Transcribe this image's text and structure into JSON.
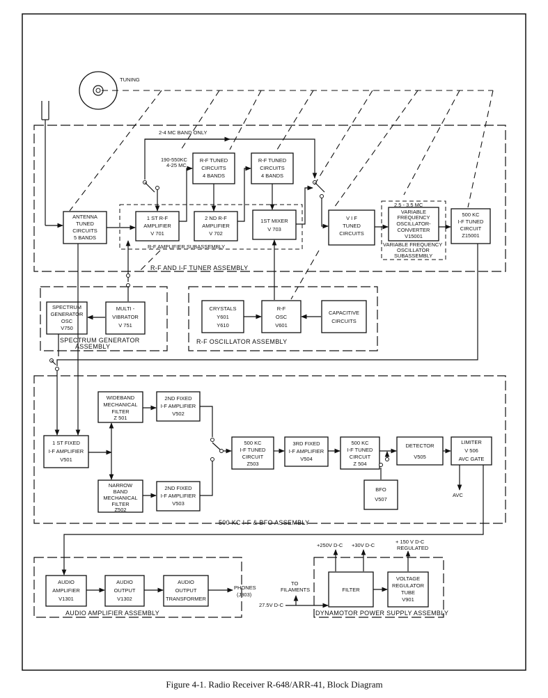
{
  "caption": "Figure 4-1. Radio Receiver R-648/ARR-41, Block Diagram",
  "tuning_label": "TUNING",
  "assemblies": {
    "tuner": "R-F AND I-F TUNER ASSEMBLY",
    "rf_amp_sub": "R-F AMPLIFIER SUBASSEMBLY",
    "vfo_sub": [
      "VARIABLE FREQUENCY",
      "OSCILLATOR",
      "SUBASSEMBLY"
    ],
    "spectrum": [
      "SPECTRUM GENERATOR",
      "ASSEMBLY"
    ],
    "rf_osc": "R-F OSCILLATOR ASSEMBLY",
    "if_bfo": "500 KC I-F & BFO ASSEMBLY",
    "audio": "AUDIO AMPLIFIER ASSEMBLY",
    "power": "DYNAMOTOR POWER SUPPLY ASSEMBLY"
  },
  "blocks": {
    "antenna_tuned": [
      "ANTENNA",
      "TUNED",
      "CIRCUITS",
      "5 BANDS"
    ],
    "rf_amp1": [
      "1 ST R-F",
      "AMPLIFIER",
      "V 701"
    ],
    "rf_tuned_a": [
      "R-F TUNED",
      "CIRCUITS",
      "4 BANDS"
    ],
    "rf_amp2": [
      "2 ND R-F",
      "AMPLIFIER",
      "V 702"
    ],
    "rf_tuned_b": [
      "R-F TUNED",
      "CIRCUITS",
      "4 BANDS"
    ],
    "mixer1": [
      "1ST MIXER",
      "V 703"
    ],
    "vif_tuned": [
      "V I F",
      "TUNED",
      "CIRCUITS"
    ],
    "vfo": [
      "VARIABLE",
      "FREQUENCY",
      "OSCILLATOR-",
      "CONVERTER",
      "V15001"
    ],
    "if_tuned_500a": [
      "500 KC",
      "I-F TUNED",
      "CIRCUIT",
      "Z15001"
    ],
    "spectrum_gen": [
      "SPECTRUM",
      "GENERATOR",
      "OSC",
      "V750"
    ],
    "multivibrator": [
      "MULTI -",
      "VIBRATOR",
      "V 751"
    ],
    "crystals": [
      "CRYSTALS",
      "Y601",
      "Y610"
    ],
    "rf_osc": [
      "R-F",
      "OSC",
      "V601"
    ],
    "capacitive": [
      "CAPACITIVE",
      "CIRCUITS"
    ],
    "wideband": [
      "WIDEBAND",
      "MECHANICAL",
      "FILTER",
      "Z 501"
    ],
    "if_amp2a": [
      "2ND FIXED",
      "I-F AMPLIFIER",
      "V502"
    ],
    "if_amp1": [
      "1 ST FIXED",
      "I-F AMPLIFIER",
      "V501"
    ],
    "narrowband": [
      "NARROW",
      "BAND",
      "MECHANICAL",
      "FILTER",
      "Z502"
    ],
    "if_amp2b": [
      "2ND FIXED",
      "I-F AMPLIFIER",
      "V503"
    ],
    "if_tuned_z503": [
      "500 KC",
      "I-F TUNED",
      "CIRCUIT",
      "Z503"
    ],
    "if_amp3": [
      "3RD FIXED",
      "I-F AMPLIFIER",
      "V504"
    ],
    "if_tuned_z504": [
      "500 KC",
      "I-F TUNED",
      "CIRCUIT",
      "Z 504"
    ],
    "detector": [
      "DETECTOR",
      "V505"
    ],
    "limiter": [
      "LIMITER",
      "V 506",
      "AVC GATE"
    ],
    "bfo": [
      "BFO",
      "V507"
    ],
    "audio_amp": [
      "AUDIO",
      "AMPLIFIER",
      "V1301"
    ],
    "audio_out": [
      "AUDIO",
      "OUTPUT",
      "V1302"
    ],
    "audio_xfmr": [
      "AUDIO",
      "OUTPUT",
      "TRANSFORMER"
    ],
    "filter": [
      "FILTER"
    ],
    "vreg": [
      "VOLTAGE",
      "REGULATOR",
      "TUBE",
      "V901"
    ]
  },
  "labels": {
    "band_2_4": "2-4 MC BAND ONLY",
    "band_190": "190-550KC",
    "band_4_25": "4-25 MC",
    "band_2_5": "2.5 - 3.5 MC",
    "avc": "AVC",
    "phones": [
      "PHONES",
      "(J303)"
    ],
    "to_filaments": [
      "TO",
      "FILAMENTS"
    ],
    "v250": "+250V D-C",
    "v30": "+30V D-C",
    "v150": [
      "+ 150 V D-C",
      "REGULATED"
    ],
    "v27": "27.5V D-C"
  }
}
